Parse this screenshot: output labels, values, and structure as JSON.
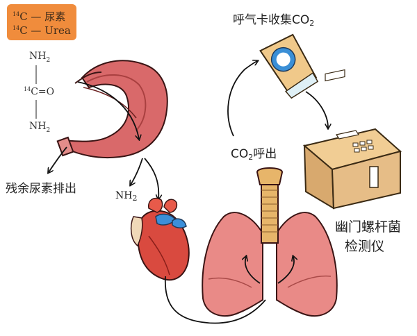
{
  "legend": {
    "line1_isotope": "14",
    "line1_text": "C — 尿素",
    "line2_isotope": "14",
    "line2_text": "C — Urea"
  },
  "urea_formula": {
    "nh2_top": "NH",
    "nh2_top_sub": "2",
    "carbon_isotope": "14",
    "carbon_group": "C=O",
    "nh2_bottom": "NH",
    "nh2_bottom_sub": "2"
  },
  "labels": {
    "residual_urea": "残余尿素排出",
    "nh2_out": "NH",
    "nh2_out_sub": "2",
    "breath_card": "呼气卡收集CO",
    "breath_card_sub": "2",
    "co2_exhale_prefix": "CO",
    "co2_exhale_sub": "2",
    "co2_exhale_suffix": "呼出",
    "analyzer_line1": "幽门螺杆菌",
    "analyzer_line2": "检测仪"
  },
  "colors": {
    "legend_bg": "#f08c3c",
    "organ_red": "#d96a6a",
    "lung_pink": "#e98a87",
    "trachea": "#e7b56a",
    "analyzer": "#e6bd87",
    "card_blue": "#3a8fd6"
  }
}
